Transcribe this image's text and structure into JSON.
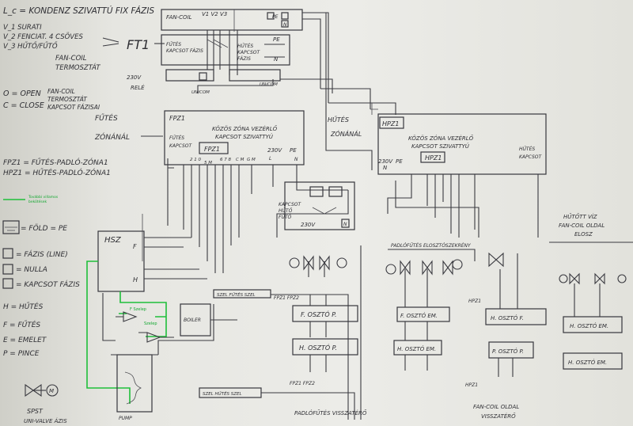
{
  "legend": {
    "lc_def": "L_c = KONDENZ SZIVATTÚ FIX FÁZIS",
    "v_def": [
      "V_1 SURATI",
      "V_2 FENCIAT. 4 CSÖVES",
      "V_3 HŰTŐ/FŰTŐ",
      "FAN-COIL",
      "TERMOSZTÁT"
    ],
    "ft1": "FT1",
    "oc_def": [
      "O = OPEN",
      "C = CLOSE"
    ],
    "oc_note": [
      "FAN-COIL",
      "TERMOSZTÁT",
      "KAPCSOT FÁZISAI"
    ],
    "futes_zonanal": [
      "FŰTÉS",
      "ZÓNÁNÁL"
    ],
    "fpz_def": [
      "FPZ1 = FŰTÉS-PADLÓ-ZÓNA1",
      "HPZ1 = HŰTÉS-PADLÓ-ZÓNA1"
    ],
    "green_note": [
      "További villamos",
      "bekötések"
    ],
    "foldpe": "= FÖLD = PE",
    "fazis_line": "= FÁZIS (LINE)",
    "nulla": "= NULLA",
    "kapcsot_fazis": "= KAPCSOT FÁZIS",
    "hfep": [
      "H = HŰTÉS",
      "F = FŰTÉS",
      "E = EMELET",
      "P = PINCE"
    ],
    "spst": [
      "SPST",
      "UNI-VALVE ÁZIS"
    ]
  },
  "fancoil_box": {
    "title": "FAN-COIL",
    "v_labels": "V1 V2 V3",
    "pe": "PE",
    "n": "N",
    "futes_kapcsot": [
      "FŰTÉS",
      "KAPCSOT FÁZIS"
    ],
    "hutes_kapcsot": [
      "HŰTÉS",
      "KAPCSOT",
      "FÁZIS"
    ],
    "pe2": "PE",
    "n2": "N",
    "voltage": [
      "230V",
      "RELÉ"
    ],
    "dev1": "UN/COM",
    "dev2": "UN/COM"
  },
  "fpz1_box": {
    "title": "FPZ1",
    "desc": [
      "KÖZÖS ZÓNA VEZÉRLŐ",
      "KAPCSOT SZIVATTYÚ"
    ],
    "side": [
      "FŰTÉS",
      "KAPCSOT"
    ],
    "sub": "FPZ1",
    "terms": [
      "2 1 0",
      "5 M",
      "6 7 8",
      "C M",
      "G M",
      "230V",
      "PE",
      "L",
      "N"
    ]
  },
  "hpz1_box": {
    "title": "HPZ1",
    "desc": [
      "KÖZÖS ZÓNA VEZÉRLŐ",
      "KAPCSOT SZIVATTYÚ"
    ],
    "sub": "HPZ1",
    "side": [
      "HŰTÉS",
      "KAPCSOT"
    ],
    "terms": [
      "230V",
      "PE",
      "N"
    ],
    "zonanal": [
      "HŰTÉS",
      "ZÓNÁNÁL"
    ]
  },
  "relay": {
    "label": [
      "KAPCSOT",
      "HŰTŐ",
      "FŰTŐ"
    ],
    "v230": "230V",
    "n": "N"
  },
  "hsz": {
    "title": "HSZ",
    "f": "F",
    "h": "H",
    "green_labels": [
      "F Szelep",
      "Szelep"
    ]
  },
  "right_valves": {
    "title": [
      "HŰTŐTT VÍZ",
      "FAN-COIL OLDAL",
      "ELOSZ"
    ]
  },
  "pad_title": "PADLÓFŰTÉS ELOSZTÓSZEKRÉNY",
  "manifolds": {
    "left_f": "F. OSZTÓ P.",
    "left_h": "H. OSZTÓ P.",
    "mid_f": "F. OSZTÓ EM.",
    "mid_h": "H. OSZTÓ EM.",
    "right_f": "H. OSZTÓ F.",
    "right_h": "P. OSZTÓ P.",
    "far_f": "H. OSZTÓ EM.",
    "far_h": "H. OSZTÓ EM."
  },
  "labels": {
    "fpz_pz": "FPZ1 FPZ2",
    "hpz_pz": "FPZ1 FPZ2",
    "hpz1_mid": "HPZ1",
    "hpz1_right": "HPZ1",
    "fancoil_visszatero": [
      "FAN-COIL OLDAL",
      "VISSZATÉRŐ"
    ],
    "padlo_visszatero": "PADLÓFŰTÉS VISSZATÉRŐ",
    "padlo_fut_szel": "SZEL FŰTÉS SZEL",
    "hutes_szel": "SZEL HŰTÉS SZEL",
    "boiler": "BOILER",
    "pump": "PUMP"
  }
}
